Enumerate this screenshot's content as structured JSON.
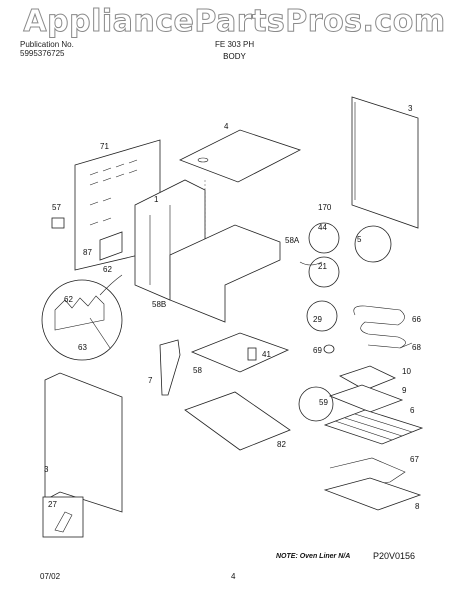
{
  "watermark": "AppliancePartsPros.com",
  "header": {
    "pub_line1": "Publication No.",
    "pub_line2": "5995376725",
    "model_fragment": "FE 303 PH"
  },
  "section_title": "BODY",
  "labels": {
    "l3a": "3",
    "l4": "4",
    "l71": "71",
    "l1": "1",
    "l57": "57",
    "l87": "87",
    "l62a": "62",
    "l170": "170",
    "l58a": "58A",
    "l44": "44",
    "l5": "5",
    "l21": "21",
    "l62b": "62",
    "l63": "63",
    "l58b": "58B",
    "l29": "29",
    "l66": "66",
    "l68": "68",
    "l69": "69",
    "l41": "41",
    "l7": "7",
    "l58": "58",
    "l10": "10",
    "l9": "9",
    "l6": "6",
    "l59": "59",
    "l82": "82",
    "l3b": "3",
    "l67": "67",
    "l8": "8",
    "l27": "27"
  },
  "note": "NOTE:  Oven Liner N/A",
  "diagram_code": "P20V0156",
  "footer": {
    "date": "07/02",
    "page": "4"
  }
}
